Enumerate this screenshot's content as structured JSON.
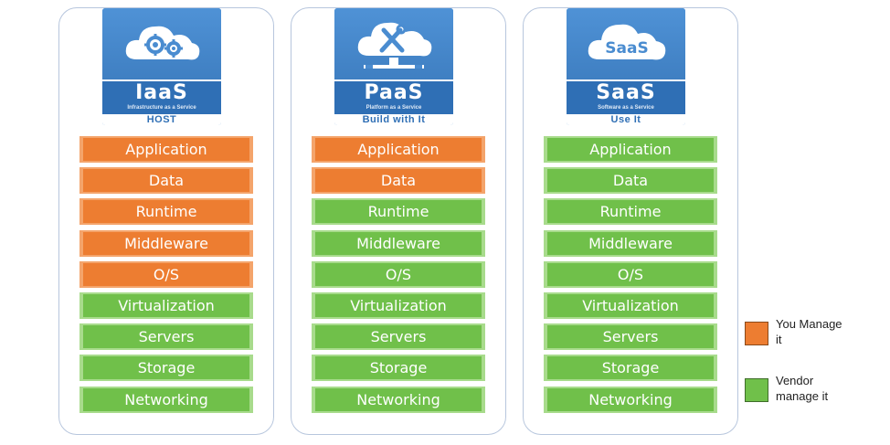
{
  "columns": [
    {
      "name": "IaaS",
      "tagline": "Infrastructure as a Service",
      "sub": "HOST",
      "icon": "cloud-gears-icon",
      "layers": [
        {
          "label": "Application",
          "owner": "you"
        },
        {
          "label": "Data",
          "owner": "you"
        },
        {
          "label": "Runtime",
          "owner": "you"
        },
        {
          "label": "Middleware",
          "owner": "you"
        },
        {
          "label": "O/S",
          "owner": "you"
        },
        {
          "label": "Virtualization",
          "owner": "vendor"
        },
        {
          "label": "Servers",
          "owner": "vendor"
        },
        {
          "label": "Storage",
          "owner": "vendor"
        },
        {
          "label": "Networking",
          "owner": "vendor"
        }
      ]
    },
    {
      "name": "PaaS",
      "tagline": "Platform as a Service",
      "sub": "Build with It",
      "icon": "cloud-tools-icon",
      "layers": [
        {
          "label": "Application",
          "owner": "you"
        },
        {
          "label": "Data",
          "owner": "you"
        },
        {
          "label": "Runtime",
          "owner": "vendor"
        },
        {
          "label": "Middleware",
          "owner": "vendor"
        },
        {
          "label": "O/S",
          "owner": "vendor"
        },
        {
          "label": "Virtualization",
          "owner": "vendor"
        },
        {
          "label": "Servers",
          "owner": "vendor"
        },
        {
          "label": "Storage",
          "owner": "vendor"
        },
        {
          "label": "Networking",
          "owner": "vendor"
        }
      ]
    },
    {
      "name": "SaaS",
      "tagline": "Software as a Service",
      "sub": "Use It",
      "icon": "cloud-saas-icon",
      "cloud_text": "SaaS",
      "layers": [
        {
          "label": "Application",
          "owner": "vendor"
        },
        {
          "label": "Data",
          "owner": "vendor"
        },
        {
          "label": "Runtime",
          "owner": "vendor"
        },
        {
          "label": "Middleware",
          "owner": "vendor"
        },
        {
          "label": "O/S",
          "owner": "vendor"
        },
        {
          "label": "Virtualization",
          "owner": "vendor"
        },
        {
          "label": "Servers",
          "owner": "vendor"
        },
        {
          "label": "Storage",
          "owner": "vendor"
        },
        {
          "label": "Networking",
          "owner": "vendor"
        }
      ]
    }
  ],
  "legend": [
    {
      "key": "you",
      "text": "You Manage it",
      "color": "#ed7d31"
    },
    {
      "key": "vendor",
      "text": "Vendor manage it",
      "color": "#70c04a"
    }
  ]
}
